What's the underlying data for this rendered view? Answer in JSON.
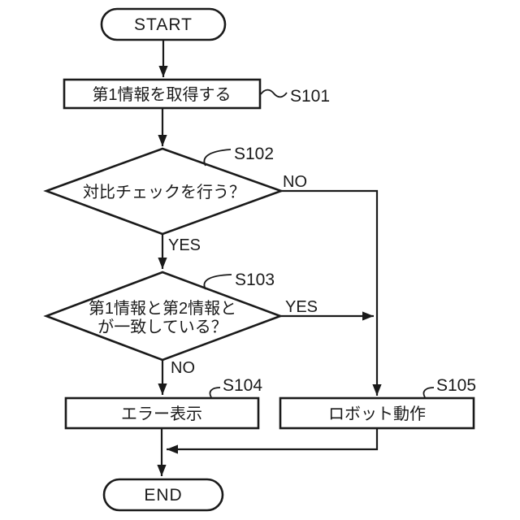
{
  "flowchart": {
    "colors": {
      "background": "#ffffff",
      "line": "#1a1a1a"
    },
    "nodes": {
      "start": {
        "type": "terminator",
        "label": "START"
      },
      "s101": {
        "type": "process",
        "step": "S101",
        "label": "第1情報を取得する"
      },
      "s102": {
        "type": "decision",
        "step": "S102",
        "label": "対比チェックを行う？"
      },
      "s103": {
        "type": "decision",
        "step": "S103",
        "label_line1": "第1情報と第2情報と",
        "label_line2": "が一致している？"
      },
      "s104": {
        "type": "process",
        "step": "S104",
        "label": "エラー表示"
      },
      "s105": {
        "type": "process",
        "step": "S105",
        "label": "ロボット動作"
      },
      "end": {
        "type": "terminator",
        "label": "END"
      }
    },
    "branches": {
      "s102_no": "NO",
      "s102_yes": "YES",
      "s103_yes": "YES",
      "s103_no": "NO"
    }
  }
}
